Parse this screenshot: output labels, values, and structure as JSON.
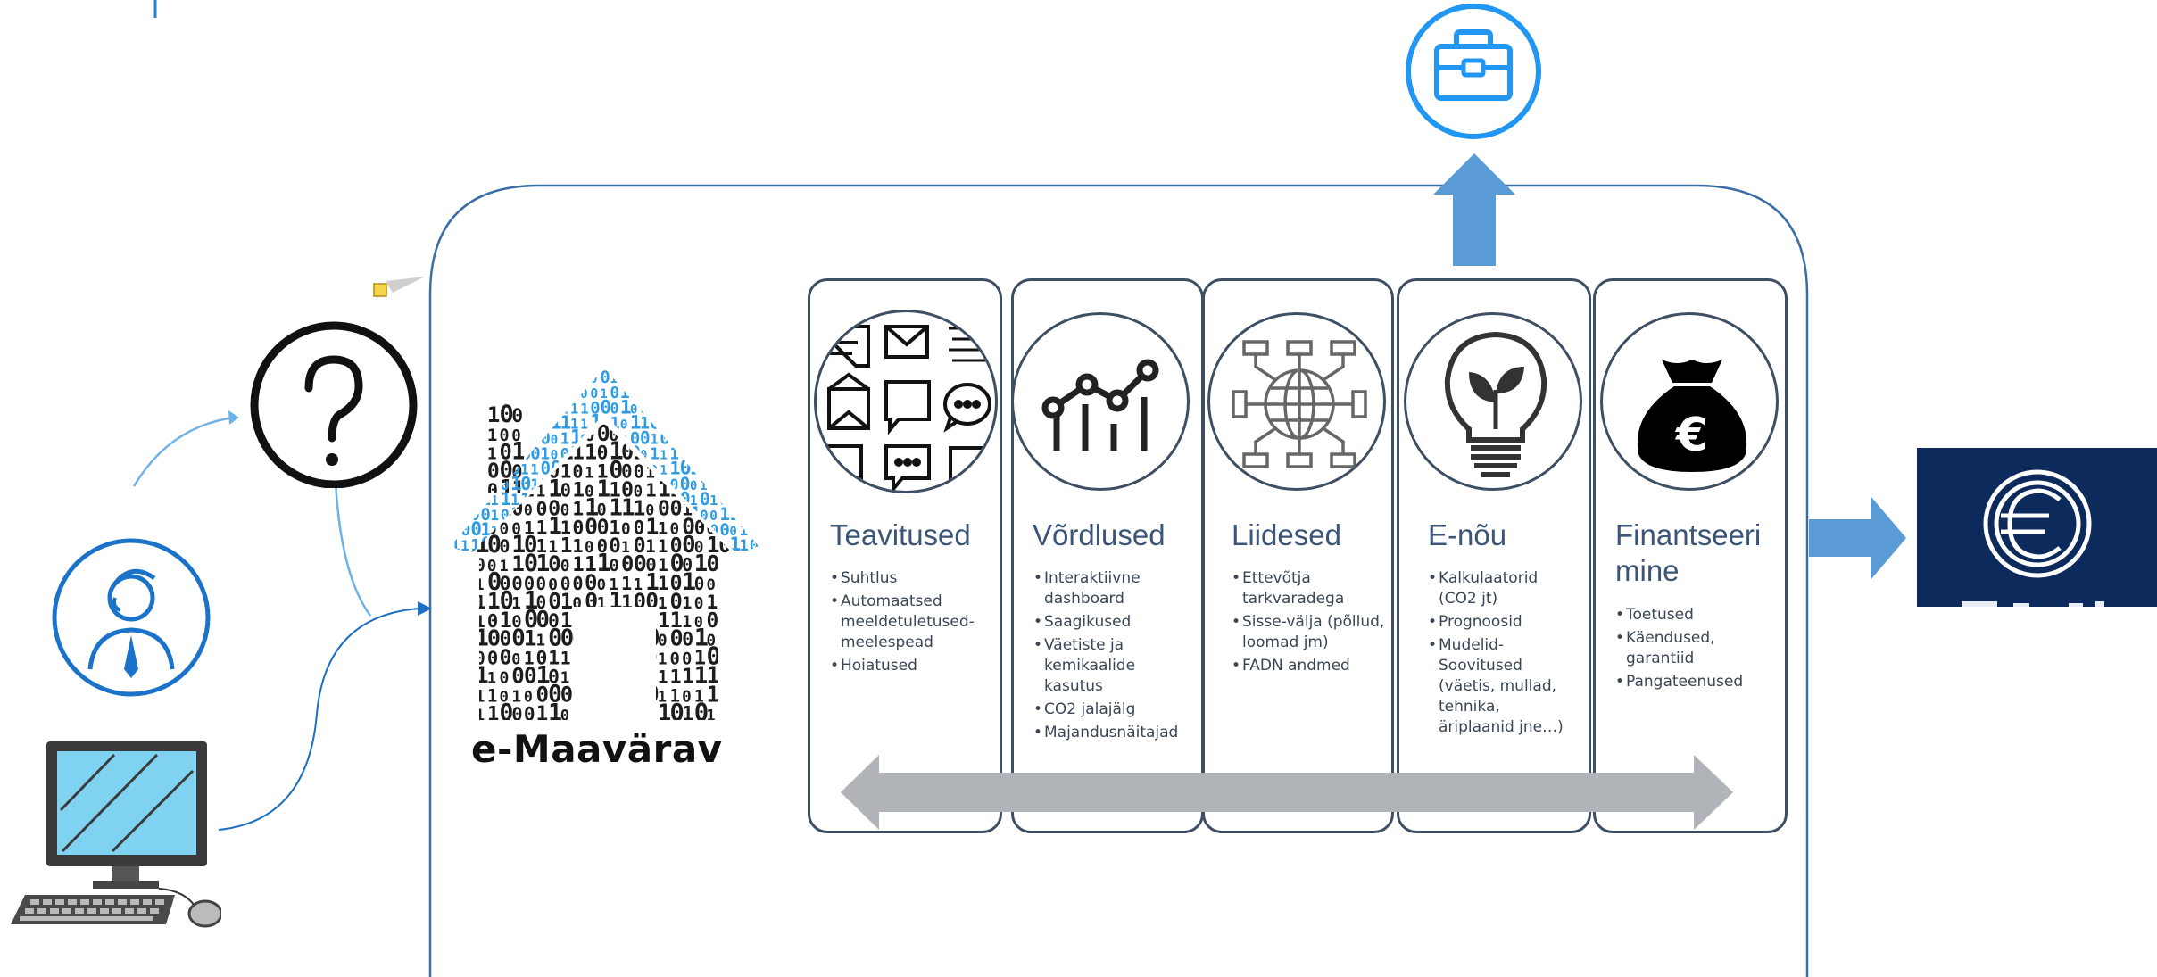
{
  "brand": {
    "label": "e-Maavärav"
  },
  "modules": [
    {
      "title": "Teavitused",
      "icon": "messages-grid-icon",
      "bullets": [
        "Suhtlus",
        "Automaatsed meeldetuletused-meelespead",
        "Hoiatused"
      ]
    },
    {
      "title": "Võrdlused",
      "icon": "line-chart-icon",
      "bullets": [
        "Interaktiivne dashboard",
        "Saagikused",
        "Väetiste ja kemikaalide kasutus",
        "CO2 jalajälg",
        "Majandusnäitajad"
      ]
    },
    {
      "title": "Liidesed",
      "icon": "network-globe-icon",
      "bullets": [
        "Ettevõtja tarkvaradega",
        "Sisse-välja (põllud, loomad jm)",
        "FADN andmed"
      ]
    },
    {
      "title": "E-nõu",
      "icon": "lightbulb-plant-icon",
      "bullets": [
        "Kalkulaatorid (CO2 jt)",
        "Prognoosid",
        "Mudelid-Soovitused (väetis, mullad, tehnika, äriplaanid jne…)"
      ]
    },
    {
      "title": "Finantseeri mine",
      "icon": "euro-money-bag-icon",
      "bullets": [
        "Toetused",
        "Käendused, garantiid",
        "Pangateenused"
      ]
    }
  ],
  "icons": {
    "user": "user-advisor-icon",
    "computer": "desktop-computer-icon",
    "question": "question-mark-icon",
    "house": "binary-house-icon",
    "briefcase": "briefcase-icon",
    "euro": "euro-coin-icon"
  },
  "colors": {
    "frame": "#3a6ea5",
    "card_border": "#3f4f63",
    "title": "#3a5578",
    "accent_blue": "#2196f3",
    "arrow_blue": "#5b9bd5",
    "grey_arrow": "#b0b3b8",
    "navy": "#0d2a5c"
  }
}
